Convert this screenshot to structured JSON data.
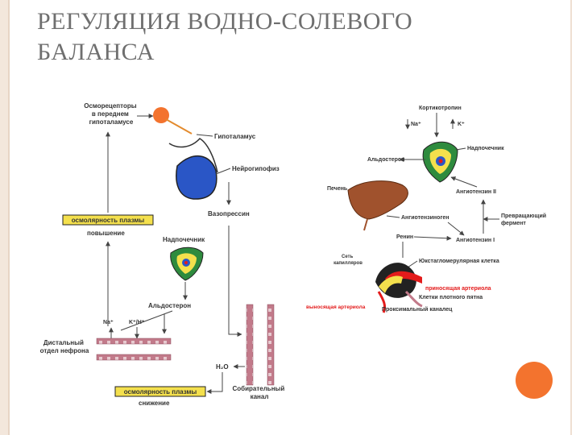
{
  "slide": {
    "title_line1": "РЕГУЛЯЦИЯ ВОДНО-СОЛЕВОГО",
    "title_line2": "БАЛАНСА"
  },
  "left_diagram": {
    "osmoreceptors": [
      "Осморецепторы",
      "в переднем",
      "гипоталамусе"
    ],
    "hypothalamus": "Гипоталамус",
    "neurohypophysis": "Нейрогипофиз",
    "vasopressin": "Вазопрессин",
    "plasma_osmolarity_top": "осмолярность плазмы",
    "increase": "повышение",
    "adrenal": "Надпочечник",
    "aldosterone": "Альдостерон",
    "na": "Na⁺",
    "k_h": "K⁺/H⁺",
    "distal_nephron": [
      "Дистальный",
      "отдел нефрона"
    ],
    "h2o": "H₂O",
    "plasma_osmolarity_bottom": "осмолярность плазмы",
    "decrease": "снижение",
    "collecting_duct": [
      "Собирательный",
      "канал"
    ]
  },
  "right_diagram": {
    "corticotropin": "Кортикотропин",
    "na": "Na⁺",
    "k": "K⁺",
    "adrenal": "Надпочечник",
    "aldosterone": "Альдостерон",
    "liver": "Печень",
    "angiotensin_2": "Ангиотензин II",
    "angiotensinogen": "Ангиотензиноген",
    "converting_enzyme": [
      "Превращающий",
      "фермент"
    ],
    "renin": "Ренин",
    "angiotensin_1": "Ангиотензин I",
    "capillary_net": [
      "Сеть",
      "капилляров"
    ],
    "jg_cells": "Юкстагломерулярная клетка",
    "afferent": "приносящая артериола",
    "efferent": "выносящая артериола",
    "macula_densa": "Клетки плотного пятна",
    "proximal_tubule": "Проксимальный каналец"
  },
  "colors": {
    "accent": "#f3732e",
    "gland_green": "#2e8b3e",
    "gland_yellow": "#f4e04d",
    "hypophysis_blue": "#2a56c6",
    "liver_brown": "#a0522d",
    "duct_pink": "#c27a8a",
    "artery_red": "#e31b1b"
  }
}
